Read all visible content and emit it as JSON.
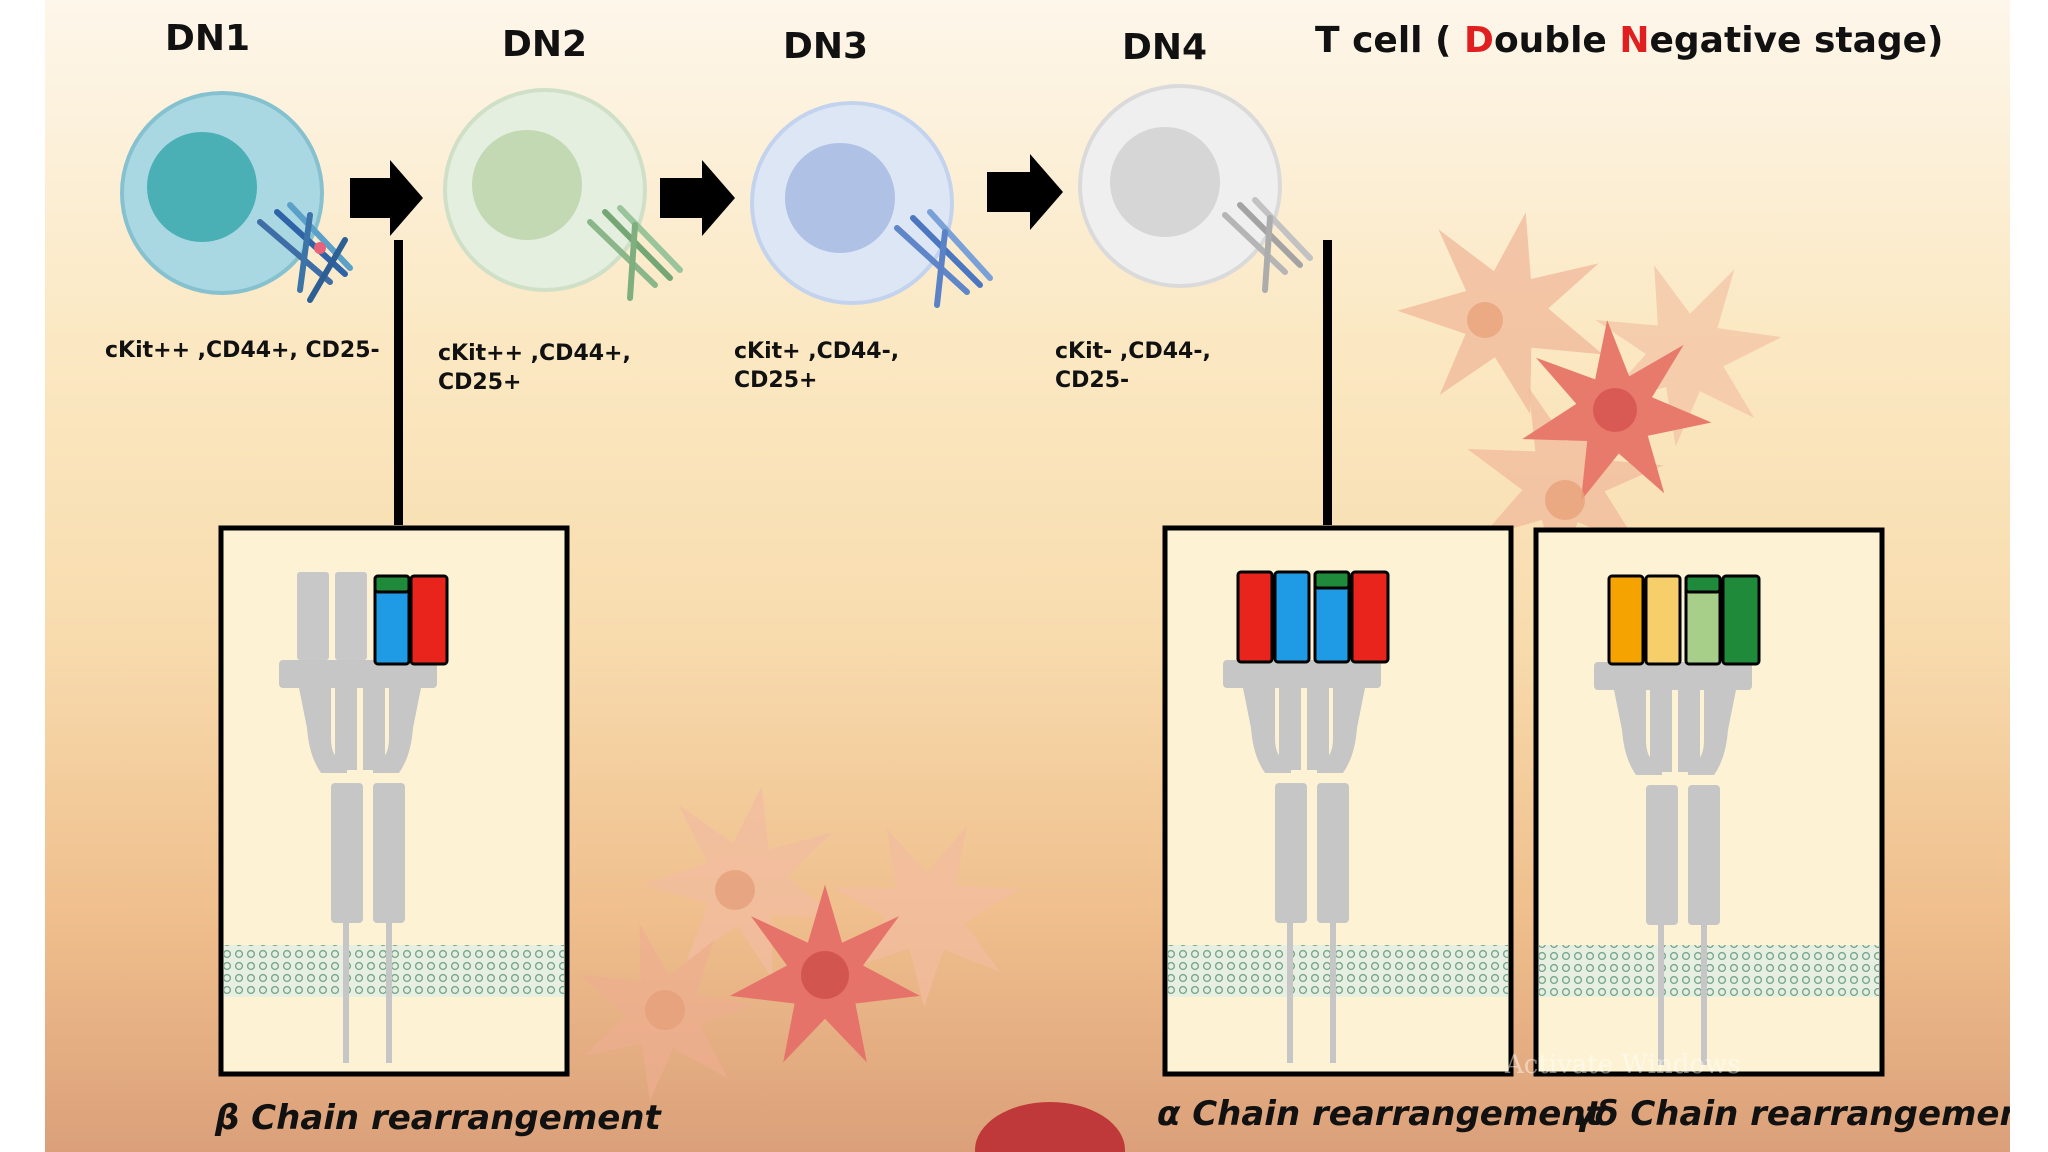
{
  "title": {
    "prefix": "T cell ( ",
    "letter1": "D",
    "mid1": "ouble ",
    "letter2": "N",
    "mid2": "egative stage)"
  },
  "stages": [
    {
      "name": "DN1",
      "markers": "cKit++ ,CD44+, CD25-"
    },
    {
      "name": "DN2",
      "markers": "cKit++ ,CD44+,\nCD25+"
    },
    {
      "name": "DN3",
      "markers": "cKit+ ,CD44-,\nCD25+"
    },
    {
      "name": "DN4",
      "markers": "cKit- ,CD44-,\nCD25-"
    }
  ],
  "captions": {
    "beta": "β Chain rearrangement",
    "alpha": "α Chain rearrangement",
    "gamma_delta": "γδ Chain rearrangement"
  },
  "watermark": "Activate Windows",
  "colors": {
    "red": "#e8241c",
    "blue": "#1f9be6",
    "green": "#1f8a3a",
    "orange": "#f5a300",
    "light_orange": "#f7cf6a",
    "light_green": "#a8cf8a",
    "grey": "#c4c4c4"
  }
}
